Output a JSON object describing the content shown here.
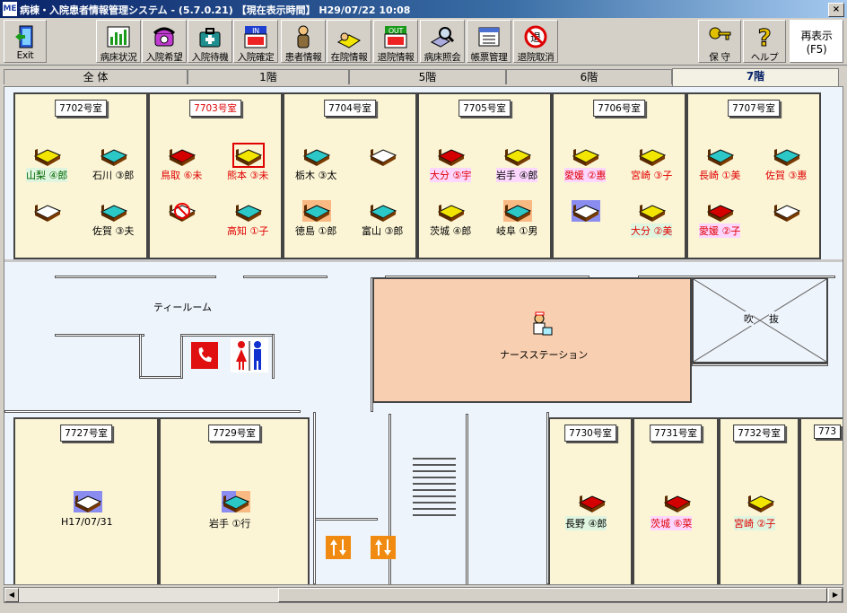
{
  "window": {
    "title": "病棟・入院患者情報管理システム - (5.7.0.21) 【現在表示時間】 H29/07/22 10:08",
    "app_icon": "ME",
    "close": "×"
  },
  "toolbar": {
    "exit": "Exit",
    "bed_status": "病床状況",
    "admit_request": "入院希望",
    "admit_waiting": "入院待機",
    "admit_confirm": "入院確定",
    "patient_info": "患者情報",
    "inpatient_info": "在院情報",
    "discharge_info": "退院情報",
    "bed_inquiry": "病床照会",
    "forms": "帳票管理",
    "discharge_cancel": "退院取消",
    "maintenance": "保 守",
    "help": "ヘルプ",
    "refresh_line1": "再表示",
    "refresh_line2": "(F5)"
  },
  "tabs": [
    {
      "label": "全 体"
    },
    {
      "label": "1階"
    },
    {
      "label": "5階"
    },
    {
      "label": "6階"
    },
    {
      "label": "7階"
    }
  ],
  "active_tab": "7階",
  "rooms_top": [
    {
      "label": "7702号室",
      "red": false,
      "patients": [
        "山梨 ④郎",
        "石川 ③郎",
        "",
        "佐賀 ③夫"
      ]
    },
    {
      "label": "7703号室",
      "red": true,
      "patients": [
        "鳥取 ⑥未",
        "熊本 ③未",
        "",
        "高知 ①子"
      ]
    },
    {
      "label": "7704号室",
      "red": false,
      "patients": [
        "栃木 ③太",
        "",
        "徳島 ①郎",
        "富山 ③郎"
      ]
    },
    {
      "label": "7705号室",
      "red": false,
      "patients": [
        "大分 ⑤宇",
        "岩手 ④郎",
        "茨城 ④郎",
        "岐阜 ①男"
      ]
    },
    {
      "label": "7706号室",
      "red": false,
      "patients": [
        "愛媛 ②惠",
        "宮崎 ③子",
        "",
        "大分 ②美"
      ]
    },
    {
      "label": "7707号室",
      "red": false,
      "patients": [
        "長崎 ①美",
        "佐賀 ③惠",
        "愛媛 ②子",
        ""
      ]
    }
  ],
  "rooms_bottom": [
    {
      "label": "7727号室",
      "patients": [
        "H17/07/31"
      ]
    },
    {
      "label": "7729号室",
      "patients": [
        "岩手 ①行"
      ]
    },
    {
      "label": "7730号室",
      "patients": [
        "長野 ④郎"
      ]
    },
    {
      "label": "7731号室",
      "patients": [
        "茨城 ⑥菜"
      ]
    },
    {
      "label": "7732号室",
      "patients": [
        "宮崎 ②子"
      ]
    },
    {
      "label": "773",
      "patients": []
    }
  ],
  "areas": {
    "tea_room": "ティールーム",
    "nurse_station": "ナースステーション",
    "atrium_left": "吹",
    "atrium_right": "抜"
  },
  "colors": {
    "bed_yellow": "#f2e600",
    "bed_cyan": "#2cc7c7",
    "bed_red": "#d40000",
    "bed_white": "#ffffff",
    "room_bg": "#fbf5d6"
  }
}
